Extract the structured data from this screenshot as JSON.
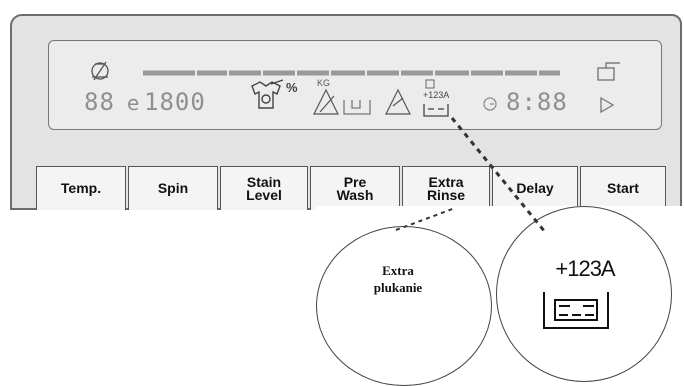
{
  "display": {
    "temp_value": "88",
    "spin_value": "1800",
    "delay_value": "8:88",
    "weight_unit": "KG",
    "extra_rinse_badge": "+123A",
    "percent_sign": "%"
  },
  "buttons": [
    {
      "lines": [
        "Temp."
      ]
    },
    {
      "lines": [
        "Spin"
      ]
    },
    {
      "lines": [
        "Stain",
        "Level"
      ]
    },
    {
      "lines": [
        "Pre",
        "Wash"
      ]
    },
    {
      "lines": [
        "Extra",
        "Rinse"
      ]
    },
    {
      "lines": [
        "Delay"
      ]
    },
    {
      "lines": [
        "Start"
      ]
    }
  ],
  "callout": {
    "text_line1": "Extra",
    "text_line2": "plukanie",
    "zoom_label": "+123A"
  }
}
